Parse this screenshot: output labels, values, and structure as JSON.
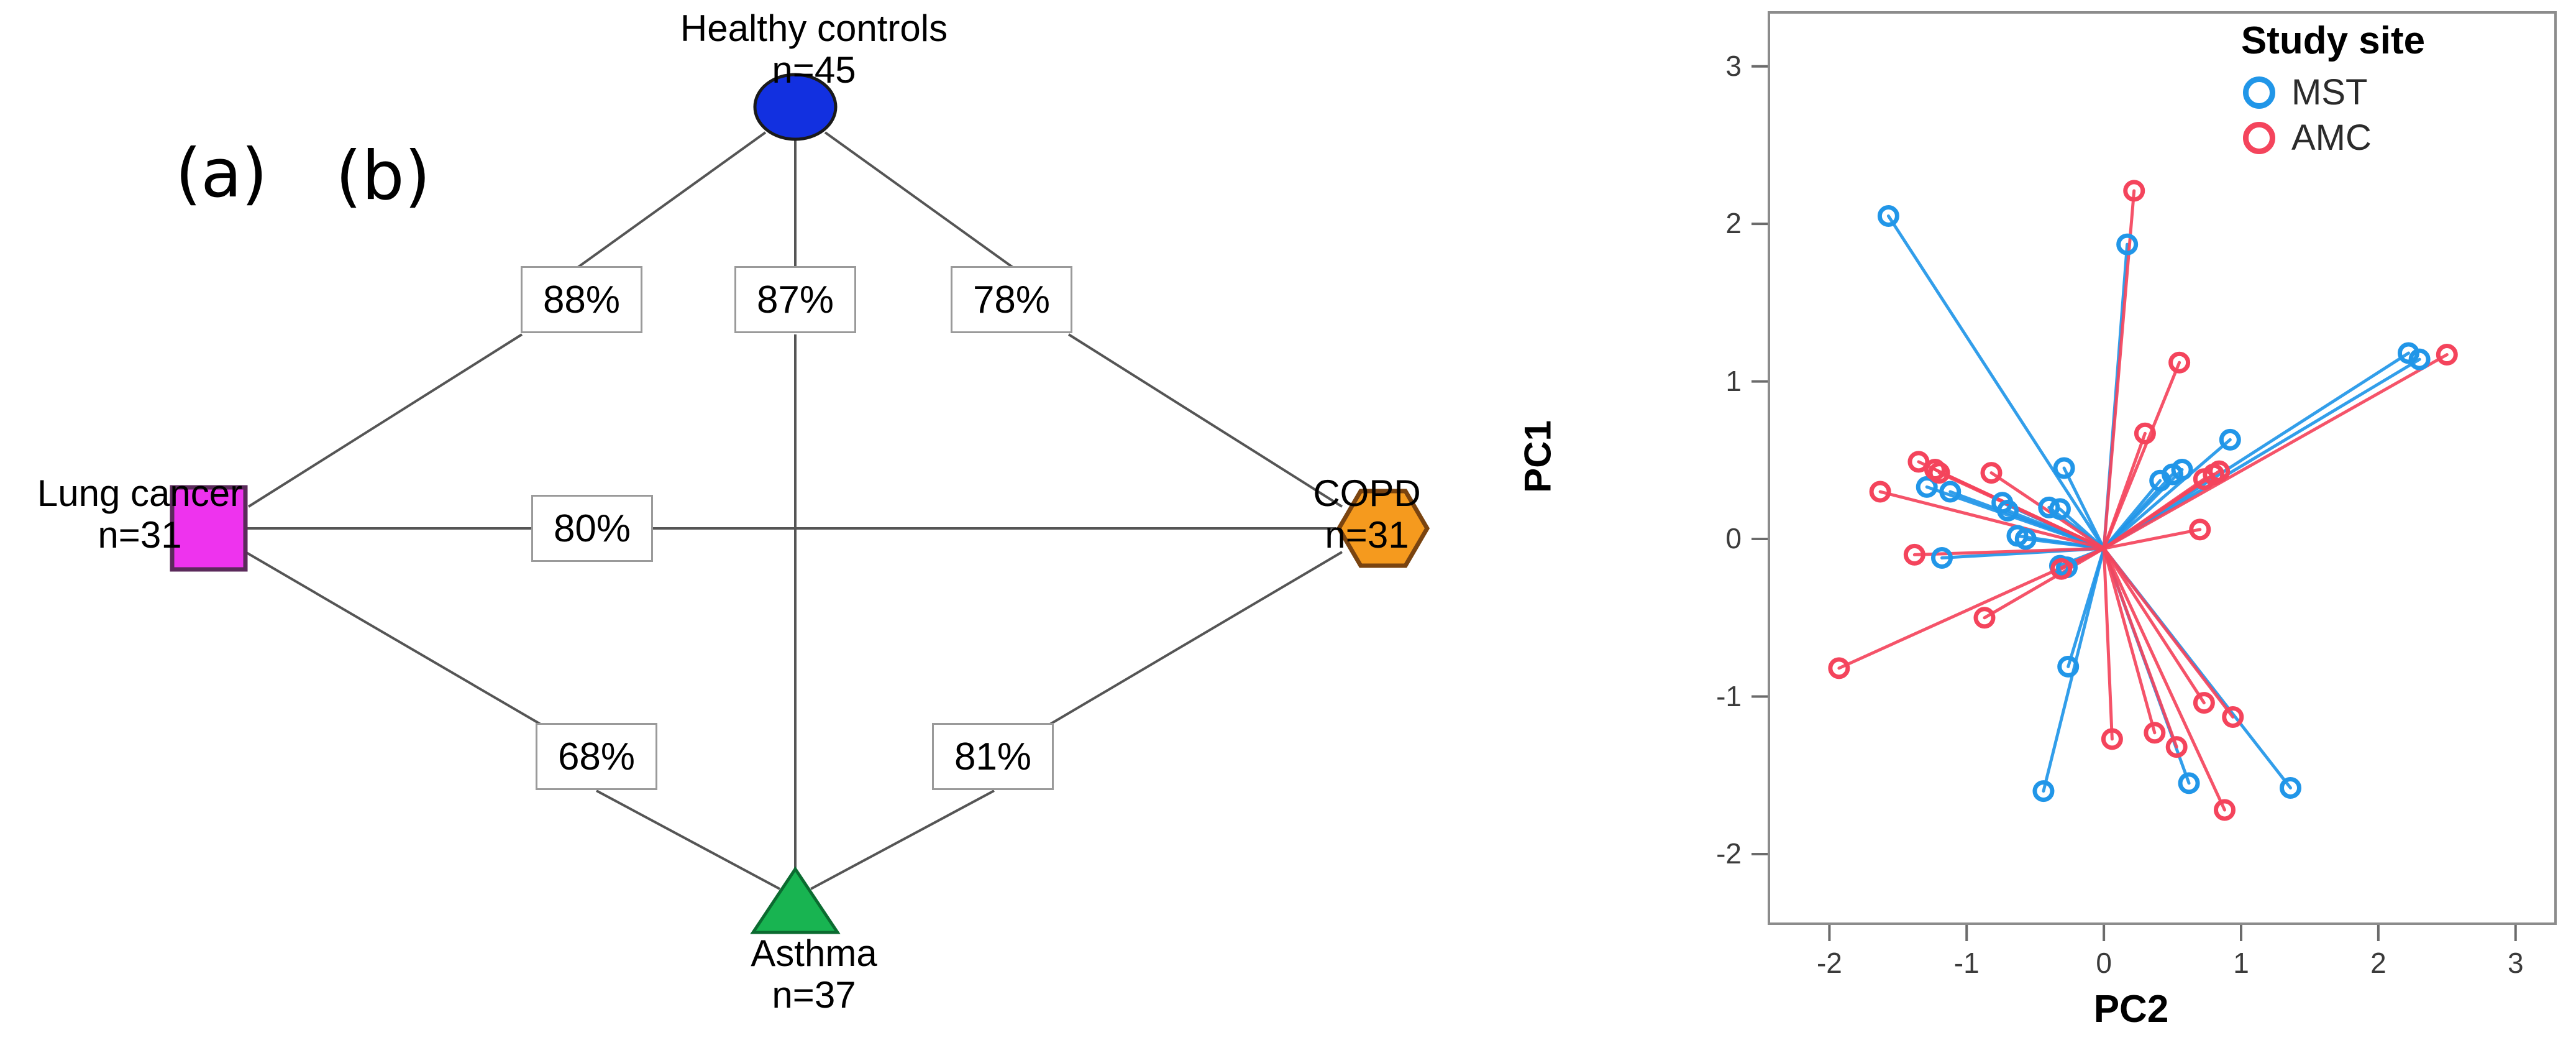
{
  "figure": {
    "panel_a_label": "(a)",
    "panel_b_label": "(b)"
  },
  "panel_a": {
    "type": "network-diagram",
    "nodes": [
      {
        "id": "healthy",
        "label": "Healthy controls",
        "n_text": "n=45",
        "n": 45,
        "shape": "ellipse",
        "color": "#1230e0",
        "position": "top"
      },
      {
        "id": "lung",
        "label": "Lung cancer",
        "n_text": "n=31",
        "n": 31,
        "shape": "rectangle",
        "color": "#ee33ee",
        "position": "left"
      },
      {
        "id": "copd",
        "label": "COPD",
        "n_text": "n=31",
        "n": 31,
        "shape": "hexagon",
        "color": "#f59a1e",
        "position": "right"
      },
      {
        "id": "asthma",
        "label": "Asthma",
        "n_text": "n=37",
        "n": 37,
        "shape": "triangle",
        "color": "#18b451",
        "position": "bottom"
      }
    ],
    "edges": [
      {
        "from": "healthy",
        "to": "lung",
        "label": "88%",
        "value": 88
      },
      {
        "from": "healthy",
        "to": "asthma",
        "label": "87%",
        "value": 87
      },
      {
        "from": "healthy",
        "to": "copd",
        "label": "78%",
        "value": 78
      },
      {
        "from": "lung",
        "to": "copd",
        "label": "80%",
        "value": 80
      },
      {
        "from": "lung",
        "to": "asthma",
        "label": "68%",
        "value": 68
      },
      {
        "from": "copd",
        "to": "asthma",
        "label": "81%",
        "value": 81
      }
    ]
  },
  "chart_data": {
    "type": "scatter",
    "title": "",
    "xlabel": "PC2",
    "ylabel": "PC1",
    "xlim": [
      -2.45,
      3.3
    ],
    "ylim": [
      -2.45,
      3.35
    ],
    "xticks": [
      -2,
      -1,
      0,
      1,
      2,
      3
    ],
    "xticklabels": [
      "-2",
      "-1",
      "0",
      "1",
      "2",
      "3"
    ],
    "yticks": [
      -2,
      -1,
      0,
      1,
      2,
      3
    ],
    "yticklabels": [
      "-2",
      "-1",
      "0",
      "1",
      "2",
      "3"
    ],
    "grid": false,
    "legend": {
      "title": "Study site",
      "position": "top-right",
      "entries": [
        {
          "name": "MST",
          "color": "#2196e8",
          "marker": "open-circle"
        },
        {
          "name": "AMC",
          "color": "#f4445c",
          "marker": "open-circle"
        }
      ]
    },
    "centroid": {
      "x": 0.0,
      "y": -0.06
    },
    "series": [
      {
        "name": "MST",
        "color": "#2196e8",
        "points": [
          {
            "x": -1.57,
            "y": 2.05
          },
          {
            "x": 0.17,
            "y": 1.87
          },
          {
            "x": 2.22,
            "y": 1.18
          },
          {
            "x": 2.3,
            "y": 1.14
          },
          {
            "x": 0.92,
            "y": 0.63
          },
          {
            "x": 0.57,
            "y": 0.44
          },
          {
            "x": 0.5,
            "y": 0.41
          },
          {
            "x": 0.41,
            "y": 0.37
          },
          {
            "x": -0.29,
            "y": 0.45
          },
          {
            "x": -1.29,
            "y": 0.33
          },
          {
            "x": -1.12,
            "y": 0.3
          },
          {
            "x": -0.74,
            "y": 0.23
          },
          {
            "x": -0.7,
            "y": 0.18
          },
          {
            "x": -0.4,
            "y": 0.2
          },
          {
            "x": -0.32,
            "y": 0.19
          },
          {
            "x": -0.63,
            "y": 0.02
          },
          {
            "x": -0.57,
            "y": 0.0
          },
          {
            "x": -1.18,
            "y": -0.12
          },
          {
            "x": -0.32,
            "y": -0.17
          },
          {
            "x": -0.27,
            "y": -0.18
          },
          {
            "x": -0.26,
            "y": -0.81
          },
          {
            "x": -0.44,
            "y": -1.6
          },
          {
            "x": 0.62,
            "y": -1.55
          },
          {
            "x": 1.36,
            "y": -1.58
          }
        ]
      },
      {
        "name": "AMC",
        "color": "#f4445c",
        "points": [
          {
            "x": 0.22,
            "y": 2.21
          },
          {
            "x": 0.55,
            "y": 1.12
          },
          {
            "x": 2.5,
            "y": 1.17
          },
          {
            "x": 0.3,
            "y": 0.67
          },
          {
            "x": -1.35,
            "y": 0.49
          },
          {
            "x": -1.23,
            "y": 0.44
          },
          {
            "x": -1.2,
            "y": 0.42
          },
          {
            "x": -0.82,
            "y": 0.42
          },
          {
            "x": 0.73,
            "y": 0.38
          },
          {
            "x": 0.8,
            "y": 0.41
          },
          {
            "x": 0.84,
            "y": 0.43
          },
          {
            "x": -1.63,
            "y": 0.3
          },
          {
            "x": 0.7,
            "y": 0.06
          },
          {
            "x": -1.38,
            "y": -0.1
          },
          {
            "x": -0.31,
            "y": -0.19
          },
          {
            "x": -0.87,
            "y": -0.5
          },
          {
            "x": -1.93,
            "y": -0.82
          },
          {
            "x": 0.73,
            "y": -1.04
          },
          {
            "x": 0.94,
            "y": -1.13
          },
          {
            "x": 0.37,
            "y": -1.23
          },
          {
            "x": 0.06,
            "y": -1.27
          },
          {
            "x": 0.53,
            "y": -1.32
          },
          {
            "x": 0.88,
            "y": -1.72
          }
        ]
      }
    ]
  }
}
